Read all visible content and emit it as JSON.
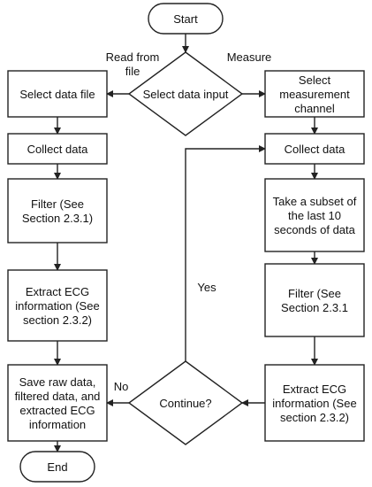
{
  "nodes": {
    "start": {
      "lines": [
        "Start"
      ]
    },
    "decision_input": {
      "lines": [
        "Select data input"
      ]
    },
    "select_file": {
      "lines": [
        "Select data file"
      ]
    },
    "select_channel": {
      "lines": [
        "Select",
        "measurement",
        "channel"
      ]
    },
    "collect_left": {
      "lines": [
        "Collect data"
      ]
    },
    "collect_right": {
      "lines": [
        "Collect data"
      ]
    },
    "filter_left": {
      "lines": [
        "Filter (See",
        "Section 2.3.1)"
      ]
    },
    "subset": {
      "lines": [
        "Take a subset of",
        "the last 10",
        "seconds of data"
      ]
    },
    "extract_left": {
      "lines": [
        "Extract ECG",
        "information (See",
        "section 2.3.2)"
      ]
    },
    "filter_right": {
      "lines": [
        "Filter (See",
        "Section 2.3.1"
      ]
    },
    "save": {
      "lines": [
        "Save raw data,",
        "filtered data, and",
        "extracted ECG",
        "information"
      ]
    },
    "decision_continue": {
      "lines": [
        "Continue?"
      ]
    },
    "extract_right": {
      "lines": [
        "Extract ECG",
        "information (See",
        "section 2.3.2)"
      ]
    },
    "end": {
      "lines": [
        "End"
      ]
    }
  },
  "edge_labels": {
    "read_from_file": [
      "Read from",
      "file"
    ],
    "measure": [
      "Measure"
    ],
    "yes": [
      "Yes"
    ],
    "no": [
      "No"
    ]
  },
  "colors": {
    "stroke": "#222222",
    "fill": "#ffffff",
    "text": "#111111"
  }
}
